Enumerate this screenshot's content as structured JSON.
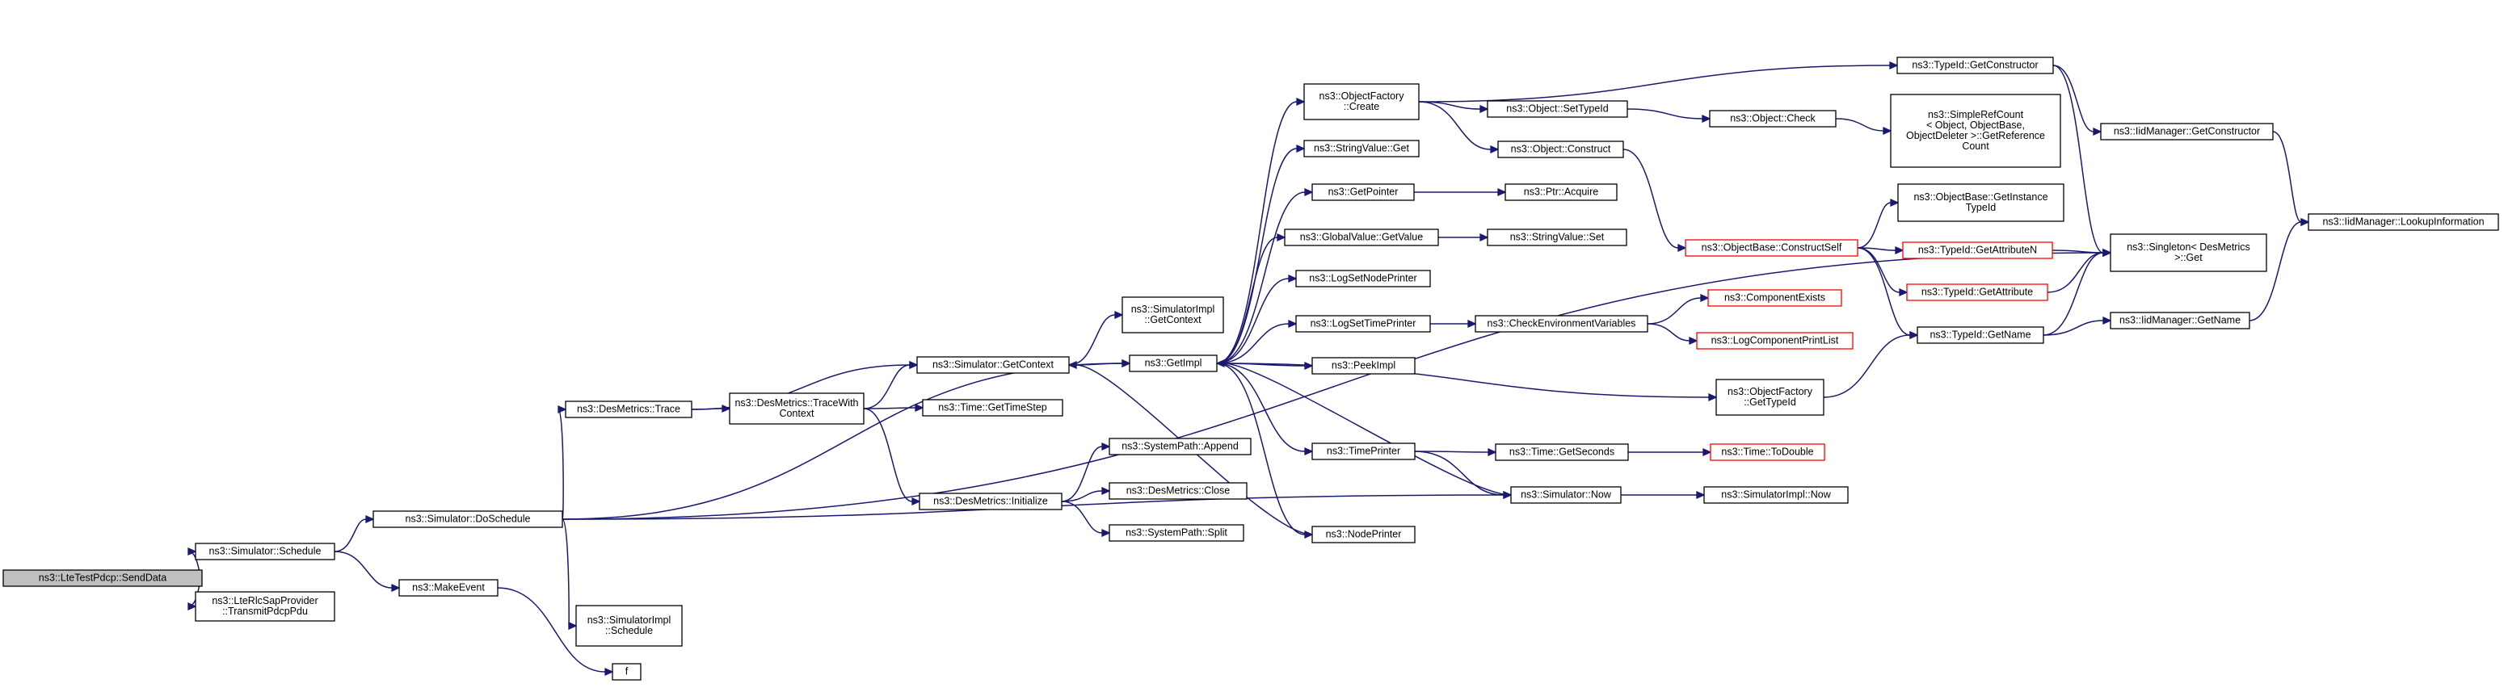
{
  "colors": {
    "edge": "#191970",
    "node_border": "#000000",
    "node_border_truncated": "#ff0000",
    "node_fill": "#ffffff",
    "root_fill": "#bfbfbf"
  },
  "nodes": [
    {
      "id": "root",
      "lines": [
        "ns3::LteTestPdcp::SendData"
      ],
      "root": true
    },
    {
      "id": "sched",
      "lines": [
        "ns3::Simulator::Schedule"
      ]
    },
    {
      "id": "rlcsap",
      "lines": [
        "ns3::LteRlcSapProvider",
        "::TransmitPdcpPdu"
      ]
    },
    {
      "id": "dosched",
      "lines": [
        "ns3::Simulator::DoSchedule"
      ]
    },
    {
      "id": "makeevent",
      "lines": [
        "ns3::MakeEvent"
      ]
    },
    {
      "id": "destrace",
      "lines": [
        "ns3::DesMetrics::Trace"
      ]
    },
    {
      "id": "simimplsched",
      "lines": [
        "ns3::SimulatorImpl",
        "::Schedule"
      ]
    },
    {
      "id": "f",
      "lines": [
        "f"
      ]
    },
    {
      "id": "tracewith",
      "lines": [
        "ns3::DesMetrics::TraceWith",
        "Context"
      ]
    },
    {
      "id": "getcontext",
      "lines": [
        "ns3::Simulator::GetContext"
      ]
    },
    {
      "id": "gettimestep",
      "lines": [
        "ns3::Time::GetTimeStep"
      ]
    },
    {
      "id": "desinit",
      "lines": [
        "ns3::DesMetrics::Initialize"
      ]
    },
    {
      "id": "simimplgetctx",
      "lines": [
        "ns3::SimulatorImpl",
        "::GetContext"
      ]
    },
    {
      "id": "getimpl",
      "lines": [
        "ns3::GetImpl"
      ]
    },
    {
      "id": "sysappend",
      "lines": [
        "ns3::SystemPath::Append"
      ]
    },
    {
      "id": "desclose",
      "lines": [
        "ns3::DesMetrics::Close"
      ]
    },
    {
      "id": "syssplit",
      "lines": [
        "ns3::SystemPath::Split"
      ]
    },
    {
      "id": "objfactcreate",
      "lines": [
        "ns3::ObjectFactory",
        "::Create"
      ]
    },
    {
      "id": "strvalget",
      "lines": [
        "ns3::StringValue::Get"
      ]
    },
    {
      "id": "getpointer",
      "lines": [
        "ns3::GetPointer"
      ]
    },
    {
      "id": "globalget",
      "lines": [
        "ns3::GlobalValue::GetValue"
      ]
    },
    {
      "id": "lognode",
      "lines": [
        "ns3::LogSetNodePrinter"
      ]
    },
    {
      "id": "logtime",
      "lines": [
        "ns3::LogSetTimePrinter"
      ]
    },
    {
      "id": "peekimpl",
      "lines": [
        "ns3::PeekImpl"
      ]
    },
    {
      "id": "timeprinter",
      "lines": [
        "ns3::TimePrinter"
      ]
    },
    {
      "id": "nodeprinter",
      "lines": [
        "ns3::NodePrinter"
      ]
    },
    {
      "id": "objsettype",
      "lines": [
        "ns3::Object::SetTypeId"
      ]
    },
    {
      "id": "objconstruct",
      "lines": [
        "ns3::Object::Construct"
      ]
    },
    {
      "id": "ptracquire",
      "lines": [
        "ns3::Ptr::Acquire"
      ]
    },
    {
      "id": "strvalset",
      "lines": [
        "ns3::StringValue::Set"
      ]
    },
    {
      "id": "checkenv",
      "lines": [
        "ns3::CheckEnvironmentVariables"
      ]
    },
    {
      "id": "getseconds",
      "lines": [
        "ns3::Time::GetSeconds"
      ]
    },
    {
      "id": "simnow",
      "lines": [
        "ns3::Simulator::Now"
      ]
    },
    {
      "id": "objcheck",
      "lines": [
        "ns3::Object::Check"
      ]
    },
    {
      "id": "construct_self",
      "lines": [
        "ns3::ObjectBase::ConstructSelf"
      ],
      "truncated": true
    },
    {
      "id": "compexists",
      "lines": [
        "ns3::ComponentExists"
      ],
      "truncated": true
    },
    {
      "id": "logcompprint",
      "lines": [
        "ns3::LogComponentPrintList"
      ],
      "truncated": true
    },
    {
      "id": "todouble",
      "lines": [
        "ns3::Time::ToDouble"
      ],
      "truncated": true
    },
    {
      "id": "simimplnow",
      "lines": [
        "ns3::SimulatorImpl::Now"
      ]
    },
    {
      "id": "objfactgettype",
      "lines": [
        "ns3::ObjectFactory",
        "::GetTypeId"
      ]
    },
    {
      "id": "typeidgetctor",
      "lines": [
        "ns3::TypeId::GetConstructor"
      ]
    },
    {
      "id": "simplerefcount",
      "lines": [
        "ns3::SimpleRefCount",
        "< Object, ObjectBase,",
        "ObjectDeleter >::GetReference",
        "Count"
      ]
    },
    {
      "id": "getinstancetid",
      "lines": [
        "ns3::ObjectBase::GetInstance",
        "TypeId"
      ]
    },
    {
      "id": "getattrn",
      "lines": [
        "ns3::TypeId::GetAttributeN"
      ],
      "truncated": true
    },
    {
      "id": "getattr",
      "lines": [
        "ns3::TypeId::GetAttribute"
      ],
      "truncated": true
    },
    {
      "id": "typeidgetname",
      "lines": [
        "ns3::TypeId::GetName"
      ]
    },
    {
      "id": "iidgetctor",
      "lines": [
        "ns3::IidManager::GetConstructor"
      ]
    },
    {
      "id": "singleton",
      "lines": [
        "ns3::Singleton< DesMetrics",
        " >::Get"
      ]
    },
    {
      "id": "iidgetname",
      "lines": [
        "ns3::IidManager::GetName"
      ]
    },
    {
      "id": "iidlookup",
      "lines": [
        "ns3::IidManager::LookupInformation"
      ]
    }
  ],
  "edges": [
    [
      "root",
      "sched"
    ],
    [
      "root",
      "rlcsap"
    ],
    [
      "sched",
      "dosched"
    ],
    [
      "sched",
      "makeevent"
    ],
    [
      "dosched",
      "destrace"
    ],
    [
      "dosched",
      "getimpl"
    ],
    [
      "dosched",
      "simimplsched"
    ],
    [
      "dosched",
      "simnow"
    ],
    [
      "dosched",
      "singleton"
    ],
    [
      "makeevent",
      "f"
    ],
    [
      "destrace",
      "tracewith"
    ],
    [
      "destrace",
      "getcontext"
    ],
    [
      "tracewith",
      "getcontext"
    ],
    [
      "tracewith",
      "gettimestep"
    ],
    [
      "tracewith",
      "desinit"
    ],
    [
      "getcontext",
      "simimplgetctx"
    ],
    [
      "getcontext",
      "getimpl"
    ],
    [
      "desinit",
      "sysappend"
    ],
    [
      "desinit",
      "desclose"
    ],
    [
      "desinit",
      "syssplit"
    ],
    [
      "getimpl",
      "objfactcreate"
    ],
    [
      "getimpl",
      "strvalget"
    ],
    [
      "getimpl",
      "getpointer"
    ],
    [
      "getimpl",
      "globalget"
    ],
    [
      "getimpl",
      "lognode"
    ],
    [
      "getimpl",
      "logtime"
    ],
    [
      "getimpl",
      "peekimpl"
    ],
    [
      "getimpl",
      "timeprinter"
    ],
    [
      "getimpl",
      "nodeprinter"
    ],
    [
      "getimpl",
      "objfactgettype"
    ],
    [
      "objfactcreate",
      "objsettype"
    ],
    [
      "objfactcreate",
      "objconstruct"
    ],
    [
      "objfactcreate",
      "typeidgetctor"
    ],
    [
      "getpointer",
      "ptracquire"
    ],
    [
      "globalget",
      "strvalset"
    ],
    [
      "logtime",
      "checkenv"
    ],
    [
      "checkenv",
      "compexists"
    ],
    [
      "checkenv",
      "logcompprint"
    ],
    [
      "timeprinter",
      "getseconds"
    ],
    [
      "timeprinter",
      "simnow"
    ],
    [
      "getseconds",
      "todouble"
    ],
    [
      "simnow",
      "simimplnow"
    ],
    [
      "simnow",
      "getimpl"
    ],
    [
      "nodeprinter",
      "getcontext"
    ],
    [
      "objsettype",
      "objcheck"
    ],
    [
      "objcheck",
      "simplerefcount"
    ],
    [
      "objconstruct",
      "construct_self"
    ],
    [
      "construct_self",
      "getinstancetid"
    ],
    [
      "construct_self",
      "getattrn"
    ],
    [
      "construct_self",
      "getattr"
    ],
    [
      "construct_self",
      "typeidgetname"
    ],
    [
      "getattrn",
      "singleton"
    ],
    [
      "getattr",
      "singleton"
    ],
    [
      "typeidgetname",
      "singleton"
    ],
    [
      "typeidgetname",
      "iidgetname"
    ],
    [
      "objfactgettype",
      "typeidgetname"
    ],
    [
      "typeidgetctor",
      "iidgetctor"
    ],
    [
      "typeidgetctor",
      "singleton"
    ],
    [
      "iidgetctor",
      "iidlookup"
    ],
    [
      "iidgetname",
      "iidlookup"
    ]
  ]
}
